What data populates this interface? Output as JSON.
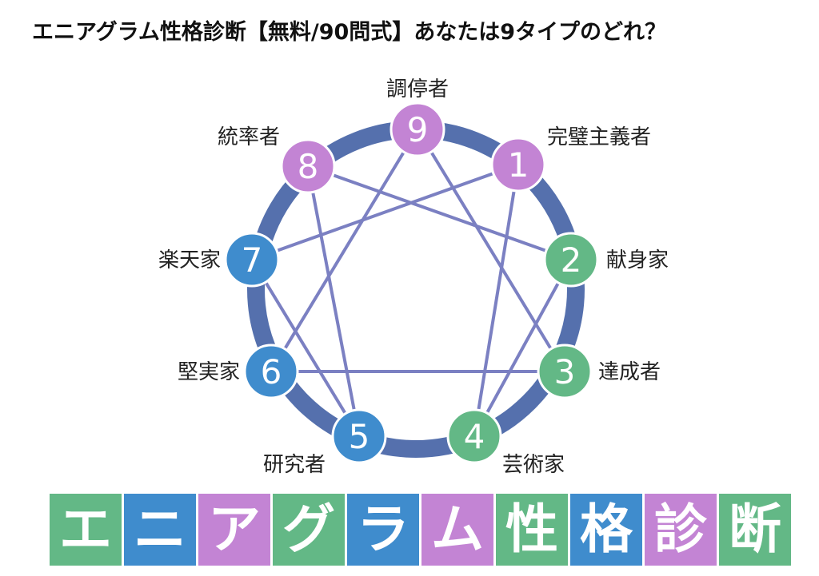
{
  "title": "エニアグラム性格診断【無料/90問式】あなたは9タイプのどれ？",
  "colors": {
    "ring": "#5570ad",
    "lines": "#7b80c2",
    "purple": "#c384d4",
    "green": "#63b886",
    "blue": "#3f8ccd"
  },
  "types": [
    {
      "number": "1",
      "name": "完璧主義者",
      "color": "purple"
    },
    {
      "number": "2",
      "name": "献身家",
      "color": "green"
    },
    {
      "number": "3",
      "name": "達成者",
      "color": "green"
    },
    {
      "number": "4",
      "name": "芸術家",
      "color": "green"
    },
    {
      "number": "5",
      "name": "研究者",
      "color": "blue"
    },
    {
      "number": "6",
      "name": "堅実家",
      "color": "blue"
    },
    {
      "number": "7",
      "name": "楽天家",
      "color": "blue"
    },
    {
      "number": "8",
      "name": "統率者",
      "color": "purple"
    },
    {
      "number": "9",
      "name": "調停者",
      "color": "purple"
    }
  ],
  "connections": [
    [
      1,
      7
    ],
    [
      7,
      5
    ],
    [
      5,
      8
    ],
    [
      8,
      2
    ],
    [
      2,
      4
    ],
    [
      4,
      1
    ],
    [
      3,
      6
    ],
    [
      6,
      9
    ],
    [
      9,
      3
    ]
  ],
  "banner": [
    {
      "char": "エ",
      "color": "green"
    },
    {
      "char": "ニ",
      "color": "blue"
    },
    {
      "char": "ア",
      "color": "purple"
    },
    {
      "char": "グ",
      "color": "green"
    },
    {
      "char": "ラ",
      "color": "blue"
    },
    {
      "char": "ム",
      "color": "purple"
    },
    {
      "char": "性",
      "color": "green"
    },
    {
      "char": "格",
      "color": "blue"
    },
    {
      "char": "診",
      "color": "purple"
    },
    {
      "char": "断",
      "color": "green"
    }
  ]
}
